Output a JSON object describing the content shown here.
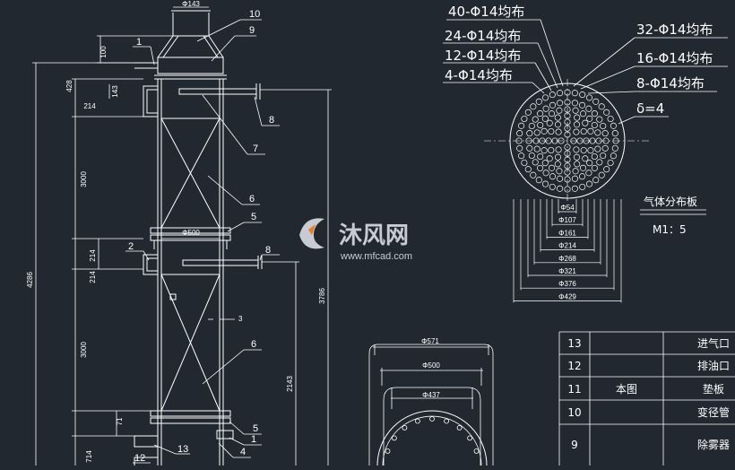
{
  "colors": {
    "background": "#212830",
    "line": "#ffffff",
    "watermark": "#d8dde6",
    "watermark_accent": "#ff8a1c"
  },
  "top_dimension": "Φ143",
  "left_dimensions": [
    "100",
    "428",
    "143",
    "214",
    "3000",
    "214",
    "214",
    "3000",
    "71",
    "714",
    "4286"
  ],
  "right_dimensions": [
    "3786",
    "2143"
  ],
  "inner_dimensions": [
    "Φ500",
    "3"
  ],
  "part_labels": [
    "10",
    "9",
    "1",
    "8",
    "7",
    "6",
    "5",
    "2",
    "8",
    "6",
    "5",
    "1",
    "4",
    "13",
    "12"
  ],
  "hole_notes": [
    "40-Φ14均布",
    "24-Φ14均布",
    "12-Φ14均布",
    "4-Φ14均布",
    "32-Φ14均布",
    "16-Φ14均布",
    "8-Φ14均布",
    "δ=4"
  ],
  "plate_dimensions": [
    "Φ54",
    "Φ107",
    "Φ161",
    "Φ214",
    "Φ268",
    "Φ321",
    "Φ376",
    "Φ429"
  ],
  "plate_title": "气体分布板",
  "plate_scale": "M1：5",
  "bottom_dimensions": [
    "Φ571",
    "Φ500",
    "Φ437"
  ],
  "watermark": {
    "brand": "沐风网",
    "url": "www.mfcad.com"
  },
  "parts_table": [
    {
      "no": "13",
      "ref": "",
      "name": "进气口"
    },
    {
      "no": "12",
      "ref": "",
      "name": "排油口"
    },
    {
      "no": "11",
      "ref": "本图",
      "name": "垫板"
    },
    {
      "no": "10",
      "ref": "",
      "name": "变径管"
    },
    {
      "no": "9",
      "ref": "",
      "name": "除雾器"
    }
  ]
}
